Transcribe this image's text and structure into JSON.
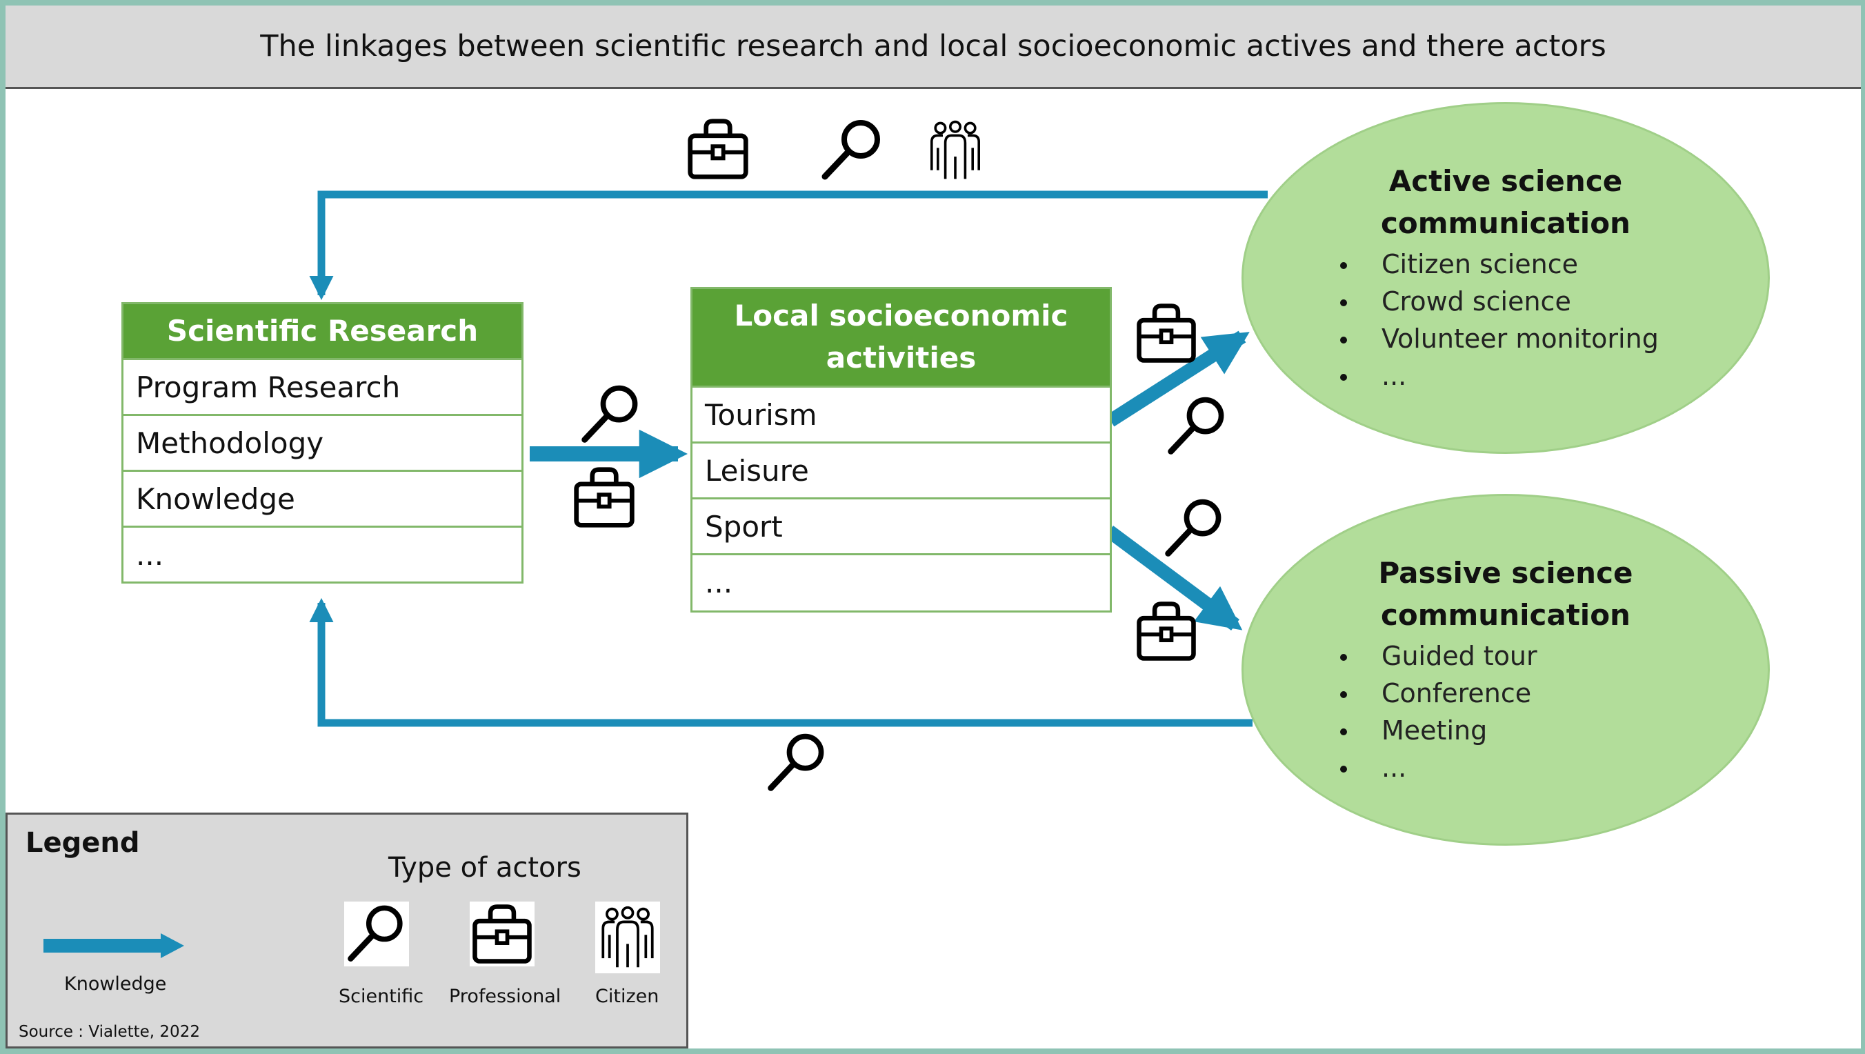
{
  "title": "The linkages between scientific research and local socioeconomic actives and there actors",
  "scientific_research": {
    "header": "Scientific Research",
    "rows": [
      "Program Research",
      "Methodology",
      "Knowledge",
      "..."
    ]
  },
  "local_activities": {
    "header_line1": "Local socioeconomic",
    "header_line2": "activities",
    "rows": [
      "Tourism",
      "Leisure",
      "Sport",
      "..."
    ]
  },
  "active_communication": {
    "title_line1": "Active science",
    "title_line2": "communication",
    "items": [
      "Citizen science",
      "Crowd science",
      "Volunteer monitoring",
      "..."
    ]
  },
  "passive_communication": {
    "title_line1": "Passive science",
    "title_line2": "communication",
    "items": [
      "Guided tour",
      "Conference",
      "Meeting",
      "..."
    ]
  },
  "legend": {
    "title": "Legend",
    "actors_heading": "Type of actors",
    "knowledge_label": "Knowledge",
    "scientific_label": "Scientific",
    "professional_label": "Professional",
    "citizen_label": "Citizen",
    "source": "Source : Vialette, 2022"
  },
  "colors": {
    "arrow": "#1b8db8",
    "table_header": "#5aa236",
    "ellipse_fill": "#b2dd9a",
    "title_bar": "#d9d9d9"
  },
  "icons": [
    "magnifier-icon",
    "briefcase-icon",
    "citizens-icon",
    "knowledge-arrow-icon"
  ]
}
